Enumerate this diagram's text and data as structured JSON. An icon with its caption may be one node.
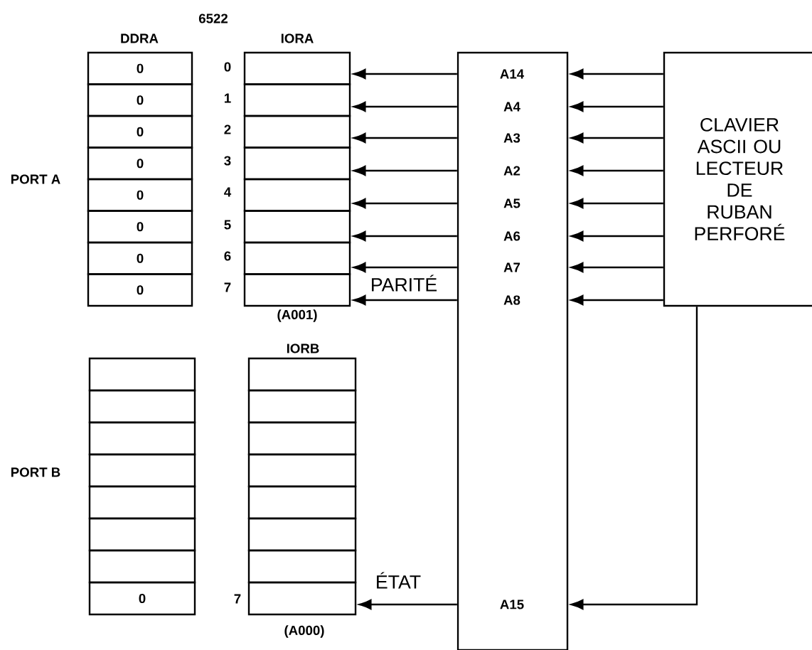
{
  "diagram": {
    "nodes": [
      {
        "text": [
          "0"
        ]
      },
      {
        "text": [
          "0"
        ]
      },
      {
        "text": [
          "0"
        ]
      },
      {
        "text": [
          "0"
        ]
      },
      {
        "text": [
          "0"
        ]
      },
      {
        "text": [
          "0"
        ]
      },
      {
        "text": [
          "0"
        ]
      },
      {
        "text": [
          "0"
        ]
      },
      {
        "text": [],
        "shape": "box"
      },
      {
        "text": [],
        "shape": "box"
      },
      {
        "text": [],
        "shape": "box"
      },
      {
        "text": [],
        "shape": "box"
      },
      {
        "text": [],
        "shape": "box"
      },
      {
        "text": [],
        "shape": "box"
      },
      {
        "text": [],
        "shape": "box"
      },
      {
        "text": [],
        "shape": "box"
      },
      {
        "text": [],
        "shape": "box"
      },
      {
        "text": [],
        "shape": "box"
      },
      {
        "text": [],
        "shape": "box"
      },
      {
        "text": [],
        "shape": "box"
      },
      {
        "text": [],
        "shape": "box"
      },
      {
        "text": [],
        "shape": "box"
      },
      {
        "text": [],
        "shape": "box"
      },
      {
        "text": [
          "0"
        ]
      },
      {
        "text": [],
        "shape": "box"
      },
      {
        "text": [],
        "shape": "box"
      },
      {
        "text": [],
        "shape": "box"
      },
      {
        "text": [],
        "shape": "box"
      },
      {
        "text": [],
        "shape": "box"
      },
      {
        "text": [],
        "shape": "box"
      },
      {
        "text": [],
        "shape": "box"
      },
      {
        "text": [],
        "shape": "box"
      },
      {
        "text": [
          "A14",
          "A4",
          "A3",
          "A2",
          "A5",
          "A6",
          "A7",
          "A8",
          "A15"
        ]
      },
      {
        "text": [
          "CLAVIER ASCII OU LECTEUR DE RUBAN PERFORÉ"
        ]
      }
    ],
    "edges": [
      {
        "from": 32,
        "to": 8,
        "arrow": "to"
      },
      {
        "from": 32,
        "to": 9,
        "arrow": "to"
      },
      {
        "from": 32,
        "to": 10,
        "arrow": "to"
      },
      {
        "from": 32,
        "to": 11,
        "arrow": "to"
      },
      {
        "from": 32,
        "to": 12,
        "arrow": "to"
      },
      {
        "from": 32,
        "to": 13,
        "arrow": "to"
      },
      {
        "from": 32,
        "to": 14,
        "arrow": "to"
      },
      {
        "from": 32,
        "to": 15,
        "arrow": "to",
        "label": "PARITÉ"
      },
      {
        "from": 33,
        "to": 32,
        "arrow": "to"
      },
      {
        "from": 33,
        "to": 32,
        "arrow": "to"
      },
      {
        "from": 33,
        "to": 32,
        "arrow": "to"
      },
      {
        "from": 33,
        "to": 32,
        "arrow": "to"
      },
      {
        "from": 33,
        "to": 32,
        "arrow": "to"
      },
      {
        "from": 33,
        "to": 32,
        "arrow": "to"
      },
      {
        "from": 33,
        "to": 32,
        "arrow": "to"
      },
      {
        "from": 33,
        "to": 32,
        "arrow": "to"
      },
      {
        "from": 33,
        "to": 32,
        "arrow": "to"
      },
      {
        "from": 32,
        "to": 31,
        "arrow": "to",
        "label": "ÉTAT"
      }
    ],
    "labels": [
      "6522",
      "DDRA",
      "IORA",
      "0",
      "1",
      "2",
      "3",
      "4",
      "5",
      "6",
      "7",
      "PORT A",
      "(A001)",
      "IORB",
      "PORT B",
      "7",
      "(A000)"
    ]
  }
}
